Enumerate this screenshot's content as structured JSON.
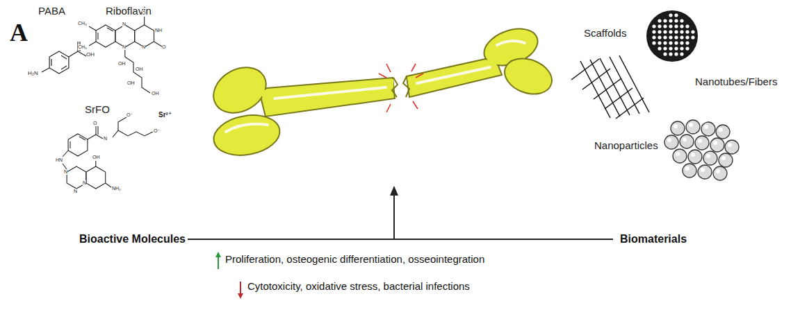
{
  "diagram": {
    "labels": [
      "A",
      "PABA",
      "Riboflavin",
      "SrFO",
      "Sr²⁺",
      "Scaffolds",
      "Nanotubes/Fibers",
      "Nanoparticles",
      "Bioactive Molecules",
      "Biomaterials",
      "Proliferation, osteogenic differentiation, osseointegration",
      "Cytotoxicity, oxidative stress, bacterial infections",
      "OH",
      "H₂N",
      "CH₃",
      "CH₃",
      "N",
      "N",
      "N",
      "NH",
      "O",
      "O",
      "OH",
      "OH",
      "OH",
      "OH",
      "O⁻",
      "O",
      "N",
      "O⁻",
      "HN",
      "OH",
      "N",
      "N",
      "N",
      "NH₂"
    ]
  }
}
